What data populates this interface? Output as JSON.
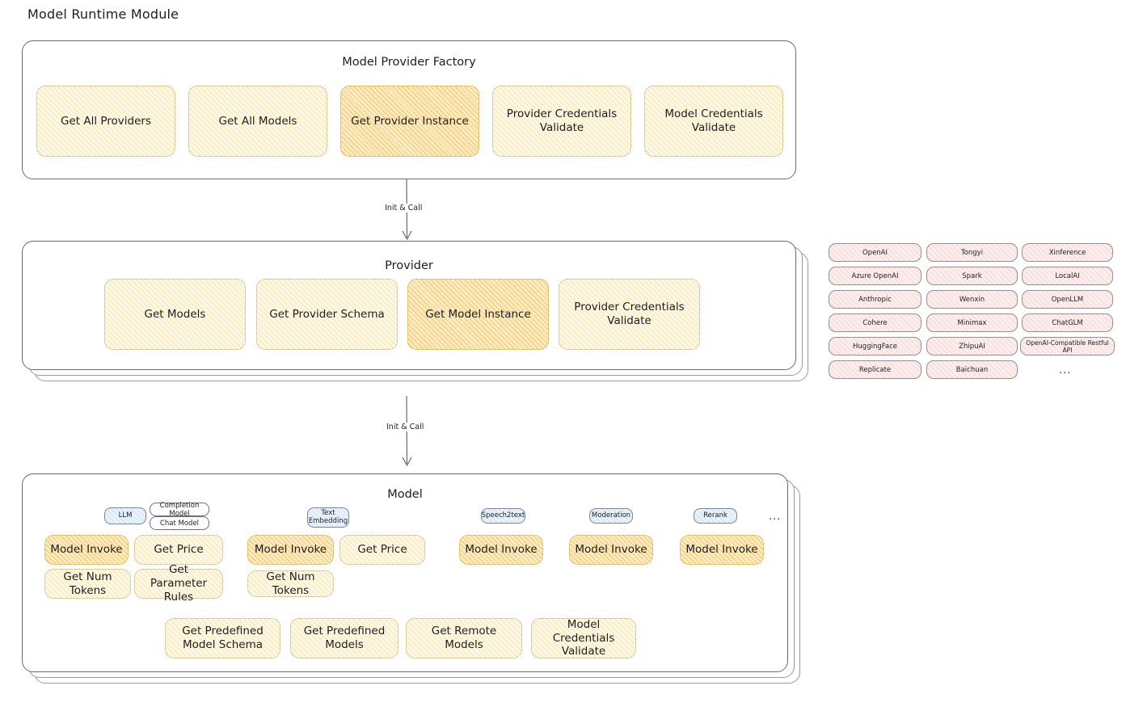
{
  "page": {
    "title": "Model Runtime Module"
  },
  "factory": {
    "title": "Model Provider Factory",
    "nodes": [
      {
        "label": "Get All Providers",
        "highlight": false
      },
      {
        "label": "Get All Models",
        "highlight": false
      },
      {
        "label": "Get Provider Instance",
        "highlight": true
      },
      {
        "label": "Provider Credentials Validate",
        "highlight": false
      },
      {
        "label": "Model Credentials Validate",
        "highlight": false
      }
    ]
  },
  "connector1": {
    "label": "Init & Call"
  },
  "provider": {
    "title": "Provider",
    "nodes": [
      {
        "label": "Get Models",
        "highlight": false
      },
      {
        "label": "Get Provider Schema",
        "highlight": false
      },
      {
        "label": "Get Model Instance",
        "highlight": true
      },
      {
        "label": "Provider Credentials Validate",
        "highlight": false
      }
    ]
  },
  "provider_list": {
    "columns": [
      [
        "OpenAI",
        "Azure OpenAI",
        "Anthropic",
        "Cohere",
        "HuggingFace",
        "Replicate"
      ],
      [
        "Tongyi",
        "Spark",
        "Wenxin",
        "Minimax",
        "ZhipuAI",
        "Baichuan"
      ],
      [
        "Xinference",
        "LocalAI",
        "OpenLLM",
        "ChatGLM",
        "OpenAI-Compatible Restful API"
      ]
    ],
    "more": "..."
  },
  "connector2": {
    "label": "Init & Call"
  },
  "model": {
    "title": "Model",
    "more": "...",
    "types": [
      {
        "name": "LLM",
        "sub_chips": [
          "Completion Model",
          "Chat Model"
        ],
        "methods": [
          {
            "label": "Model Invoke",
            "highlight": true
          },
          {
            "label": "Get Price",
            "highlight": false
          },
          {
            "label": "Get Num Tokens",
            "highlight": false
          },
          {
            "label": "Get Parameter Rules",
            "highlight": false
          }
        ]
      },
      {
        "name": "Text Embedding",
        "sub_chips": [],
        "methods": [
          {
            "label": "Model Invoke",
            "highlight": true
          },
          {
            "label": "Get Price",
            "highlight": false
          },
          {
            "label": "Get Num Tokens",
            "highlight": false
          }
        ]
      },
      {
        "name": "Speech2text",
        "sub_chips": [],
        "methods": [
          {
            "label": "Model Invoke",
            "highlight": true
          }
        ]
      },
      {
        "name": "Moderation",
        "sub_chips": [],
        "methods": [
          {
            "label": "Model Invoke",
            "highlight": true
          }
        ]
      },
      {
        "name": "Rerank",
        "sub_chips": [],
        "methods": [
          {
            "label": "Model Invoke",
            "highlight": true
          }
        ]
      }
    ],
    "common_methods": [
      "Get Predefined Model Schema",
      "Get Predefined Models",
      "Get Remote Models",
      "Model Credentials Validate"
    ]
  },
  "colors": {
    "node_fill": "#fdf7e3",
    "node_highlight_fill": "#fbebc4",
    "node_border": "#b9a46b",
    "provider_chip_fill": "#fdeeee",
    "model_type_chip_fill": "#eaf3fb",
    "panel_border": "#6b6b6b",
    "text": "#1e1e1e"
  }
}
